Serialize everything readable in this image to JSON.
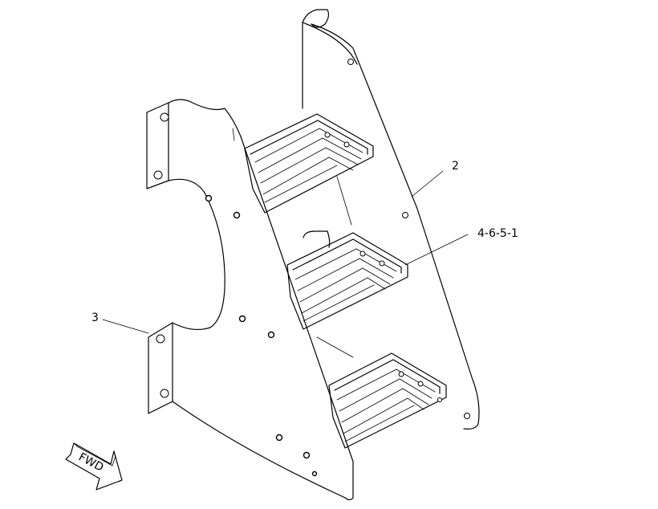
{
  "callouts": [
    {
      "id": "2",
      "label": "2"
    },
    {
      "id": "4-6-5-1",
      "label": "4-6-5-1"
    },
    {
      "id": "3",
      "label": "3"
    }
  ],
  "direction_indicator": {
    "label": "FWD"
  }
}
